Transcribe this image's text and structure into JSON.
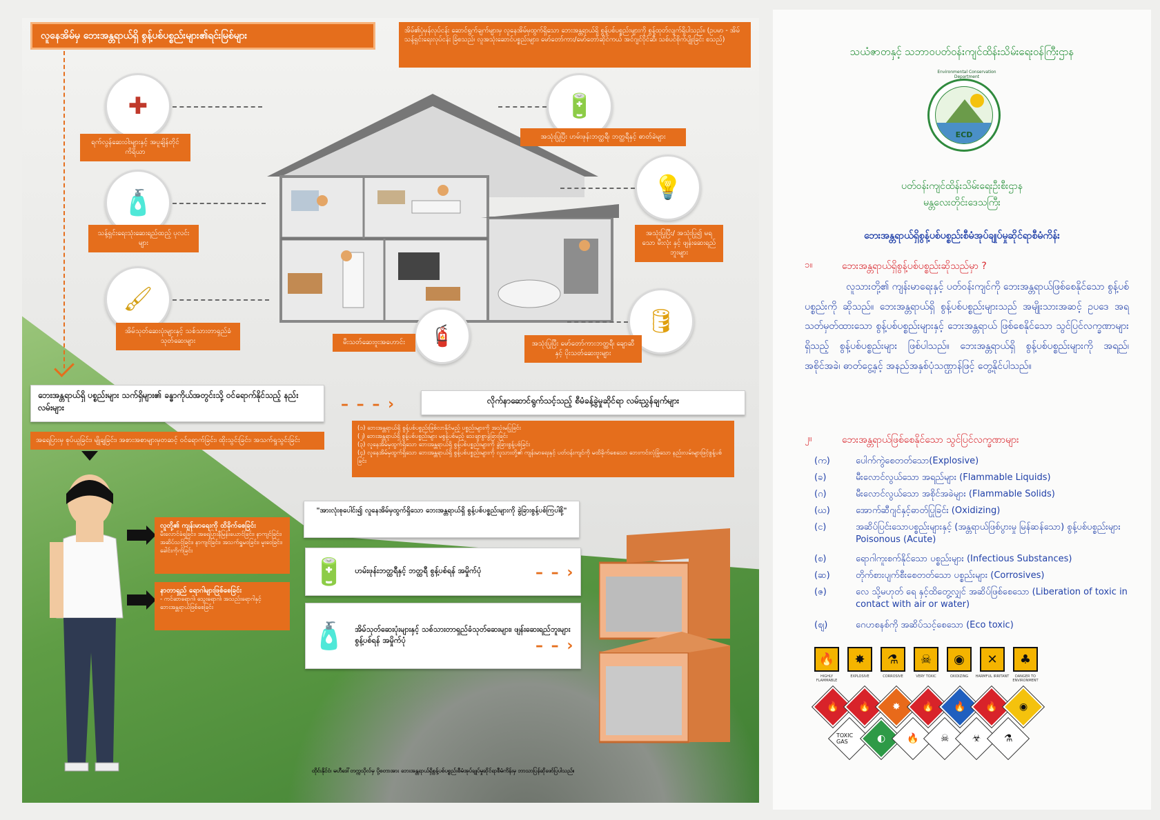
{
  "left": {
    "top_title": "လူနေအိမ်မှ ဘေးအန္တရာယ်ရှိ စွန့်ပစ်ပစ္စည်းများ၏ရင်းမြစ်များ",
    "top_note": "အိမ်၏ပုံမှန်လုပ်ငန်း ဆောင်ရွက်ချက်များမှ လူနေအိမ်မှထွက်ရှိသော ဘေးအန္တရာယ်ရှိ စွန့်ပစ်ပစ္စည်းများကို စွန့်ထုတ်လျက်ရှိပါသည်။ (ဥပမာ - အိမ်သန့်ရှင်းရေးလုပ်ငန်း ခြံစသည်၊ လူအသုံးဆောင်ပစ္စည်းများ၊ မော်တော်ကား/မော်တော်ဆိုင်ကယ် အင်ဂျင်ဝိုင်ဆီ၊ သစ်ပင်စိုက်ပျိုးခြင်း စသည်)",
    "labels": {
      "medicine": "ရက်လွန်ဆေးဝါးများနှင့် အပူချိန်တိုင်ကိရိယာ",
      "cleaning": "သန့်ရှင်းရေးသုံးဆေးရည်ထည့် ပုလင်းများ",
      "paint": "အိမ်သုတ်ဆေးပုံးများနှင့် သစ်သားတာရှည်ခံသုတ်ဆေးများ",
      "extinguisher": "မီးသတ်ဆေးဗူးအဟောင်း",
      "batteries": "အသုံးပြုပြီး ဟမ်းဖုန်းဘတ္ထရီ၊ ဘတ္ထရီနှင့် ဓာတ်ခဲများ",
      "bulbs": "အသုံးပြုပြီး/ အသုံးပြု၍ မရသော မီးလုံး နှင့် ဖျန်းဆေးရည်ဘူးများ",
      "oil": "အသုံးပြုပြီး မော်တော်ကားဘတ္ထရီ၊ ချောဆီနှင့် ပိုးသတ်ဆေးဗူးများ"
    },
    "route_title": "ဘေးအန္တရာယ်ရှိ ပစ္စည်းများ သက်ရှိများ၏ ခန္ဓာကိုယ်အတွင်းသို့ ဝင်ရောက်နိုင်သည့် နည်းလမ်းများ",
    "route_body": "အရေပြားမှ စုပ်ယူခြင်း၊ မျိုချခြင်း၊ အစားအစာများမှတဆင့် ဝင်ရောက်ခြင်း၊ ထိုးသွင်းခြင်း၊ အသက်ရှုသွင်းခြင်း",
    "guide_title": "လိုက်နာဆောင်ရွက်သင့်သည့် စီမံခန့်ခွဲမှုဆိုင်ရာ လမ်းညွှန်ချက်များ",
    "guide_items": [
      "(၁) ဘေးအန္တရာယ်ရှိ စွန့်ပစ်ပစ္စည်းဖြစ်လာနိုင်မည့် ပစ္စည်းများကို အသုံးမပြုခြင်း",
      "(၂) ဘေးအန္တရာယ်ရှိ စွန့်ပစ်ပစ္စည်းများ မစွန့်ပစ်မည့် သေချာစွာခွဲခြားခြင်း",
      "(၃) လူနေအိမ်မှထွက်ရှိသော ဘေးအန္တရာယ်ရှိ စွန့်ပစ်ပစ္စည်းများကို ခွဲခြားစွန့်ပစ်ခြင်း",
      "(၄) လူနေအိမ်မှထွက်ရှိသော ဘေးအန္တရာယ်ရှိ စွန့်ပစ်ပစ္စည်းများကို လူသားတို့၏ ကျန်းမာရေးနှင့် ပတ်ဝန်းကျင်ကို မထိခိုက်စေသော ဘေးကင်းလုံခြုံသော နည်းလမ်းများဖြင့်စွန့်ပစ်ခြင်း"
    ],
    "quote": "\"အားလုံးစုပေါင်း၍ လူနေအိမ်မှထွက်ရှိသော ဘေးအန္တရာယ်ရှိ စွန့်ပစ်ပစ္စည်းများကို ခွဲခြားစွန့်ပစ်ကြပါစို့\"",
    "bin1": "ဟမ်းဖုန်းဘတ္ထရီနှင့် ဘတ္ထရီ စွန့်ပစ်ရန် အမှိုက်ပုံ",
    "bin2": "အိမ်သုတ်ဆေးပုံးများနှင့် သစ်သားတာရှည်ခံသုတ်ဆေးများ၊ ဖျန်းဆေးရည်ဘူးများ စွန့်ပစ်ရန် အမှိုက်ပုံ",
    "effect1_title": "လူတို့၏ ကျန်းမာရေးကို ထိခိုက်စေခြင်း",
    "effect1_body": "မီးလောင်ခံရခြင်း၊ အရေပြားနီမြန်းယောင်ခြင်း၊ နာကျင်ခြင်း၊ အဆိပ်သင့်ခြင်း၊ နာကျင်ခြင်း၊ အသက်ရှူမဝခြင်း၊ မူးဝေခြင်း၊ ခေါင်းကိုက်ခြင်း",
    "effect2_title": "နာတာရှည် ရောဂါများဖြစ်စေခြင်း",
    "effect2_body": "- ကင်ဆာရောဂါ၊ သွေးရောဂါ၊ အသည်းရောဂါနှင့် ဘေးအန္တရာယ်ဖြစ်စေခြင်း",
    "footer": "ထိုင်းနိုင်ငံ၊ မဟီဒေါ်တက္ကသိုလ်မှ ပို့စတာအား ဘေးအန္တရာယ်ရှိစွန့်ပစ်ပစ္စည်းစီမံအုပ်ချုပ်မှုဆိုင်ရာစီမံကိန်းမှ ဘာသာပြန်ဆိုဖော်ပြပါသည်။"
  },
  "right": {
    "ministry": "သယံဇာတနှင့် သဘာဝပတ်ဝန်းကျင်ထိန်းသိမ်းရေးဝန်ကြီးဌာန",
    "logo_ring": "Environmental Conservation Department",
    "logo_abbr": "ECD",
    "dept_line1": "ပတ်ဝန်းကျင်ထိန်းသိမ်းရေးဦးစီးဌာန",
    "dept_line2": "မန္တလေးတိုင်းဒေသကြီး",
    "project": "ဘေးအန္တရာယ်ရှိစွန့်ပစ်ပစ္စည်းစီမံအုပ်ချုပ်မှုဆိုင်ရာစီမံကိန်း",
    "q1_num": "၁။",
    "q1_title": "ဘေးအန္တရာယ်ရှိစွန့်ပစ်ပစ္စည်းဆိုသည်မှာ ?",
    "q1_body": "လူသားတို့၏ ကျန်းမာရေးနှင့် ပတ်ဝန်းကျင်ကို ဘေးအန္တရာယ်ဖြစ်စေနိုင်သော စွန့်ပစ်ပစ္စည်းကို ဆိုသည်။ ဘေးအန္တရာယ်ရှိ စွန့်ပစ်ပစ္စည်းများသည် အမျိုးသားအဆင့် ဥပဒေ အရ သတ်မှတ်ထားသော စွန့်ပစ်ပစ္စည်းများနှင့် ဘေးအန္တရာယ် ဖြစ်စေနိုင်သော သွင်ပြင်လက္ခဏာများရှိသည့် စွန့်ပစ်ပစ္စည်းများ ဖြစ်ပါသည်။ ဘေးအန္တရာယ်ရှိ စွန့်ပစ်ပစ္စည်းများကို အရည်၊ အစိုင်အခဲ၊ ဓာတ်ငွေ့နှင့် အနည်အနှစ်ပုံသဏ္ဌာန်ဖြင့် တွေ့နိုင်ပါသည်။",
    "q2_num": "၂။",
    "q2_title": "ဘေးအန္တရာယ်ဖြစ်စေနိုင်သော သွင်ပြင်လက္ခဏာများ",
    "items": [
      {
        "k": "(က)",
        "t": "ပေါက်ကွဲစေတတ်သော(Explosive)"
      },
      {
        "k": "(ခ)",
        "t": "မီးလောင်လွယ်သော အရည်များ (Flammable Liquids)"
      },
      {
        "k": "(ဂ)",
        "t": "မီးလောင်လွယ်သော အစိုင်အခဲများ (Flammable Solids)"
      },
      {
        "k": "(ဃ)",
        "t": "အောက်ဆီဂျင်နှင့်ဓာတ်ပြုခြင်း (Oxidizing)"
      },
      {
        "k": "(င)",
        "t": "အဆိပ်ပြင်းသောပစ္စည်းများနှင့် (အန္တရာယ်ဖြစ်ပွားမှု မြန်ဆန်သော) စွန့်ပစ်ပစ္စည်းများ Poisonous (Acute)"
      },
      {
        "k": "(စ)",
        "t": "ရောဂါကူးစက်နိုင်သော ပစ္စည်းများ (Infectious Substances)"
      },
      {
        "k": "(ဆ)",
        "t": "တိုက်စားပျက်စီးစေတတ်သော ပစ္စည်းများ (Corrosives)"
      },
      {
        "k": "(ဇ)",
        "t": "လေ သို့မဟုတ် ရေ နှင့်ထိတွေ့လျှင် အဆိပ်ဖြစ်စေသော (Liberation of toxic in contact with air or water)"
      },
      {
        "k": "(ဈ)",
        "t": "ဂေဟစနစ်ကို အဆိပ်သင့်စေသော (Eco toxic)"
      }
    ],
    "hazard_labels": [
      "HIGHLY FLAMMABLE",
      "EXPLOSIVE",
      "CORROSIVE",
      "VERY TOXIC",
      "OXIDIZING",
      "HARMFUL IRRITANT",
      "DANGER TO ENVIRONMENT"
    ],
    "diamond_labels": [
      "",
      "",
      "",
      "",
      "",
      "",
      "",
      "",
      "TOXIC GAS",
      "",
      "",
      "",
      ""
    ]
  }
}
